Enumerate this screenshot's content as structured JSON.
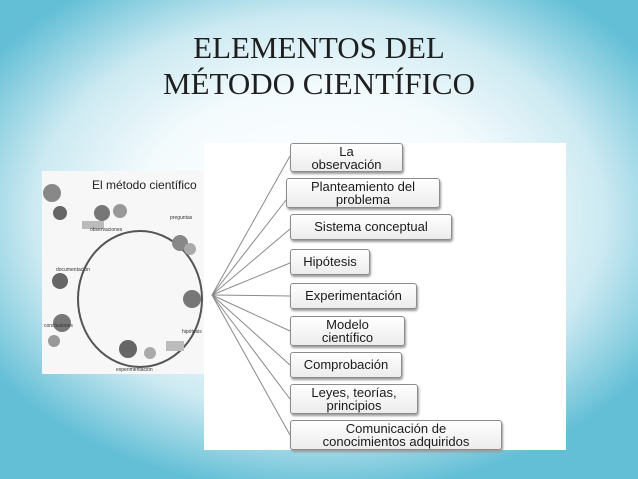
{
  "slide": {
    "title_line1": "ELEMENTOS DEL",
    "title_line2": "MÉTODO CIENTÍFICO"
  },
  "left_image": {
    "caption": "El método científico",
    "labels": {
      "preguntas": "preguntas",
      "observaciones": "observaciones",
      "documentacion": "documentación",
      "hipotesis": "hipótesis",
      "conclusiones": "conclusiones",
      "experimentacion": "experimentación"
    }
  },
  "nodes": [
    {
      "line1": "La",
      "line2": "observación"
    },
    {
      "line1": "Planteamiento del",
      "line2": "problema"
    },
    {
      "line1": "Sistema conceptual",
      "line2": ""
    },
    {
      "line1": "Hipótesis",
      "line2": ""
    },
    {
      "line1": "Experimentación",
      "line2": ""
    },
    {
      "line1": "Modelo",
      "line2": "científico"
    },
    {
      "line1": "Comprobación",
      "line2": ""
    },
    {
      "line1": "Leyes, teorías,",
      "line2": "principios"
    },
    {
      "line1": "Comunicación de",
      "line2": "conocimientos  adquiridos"
    }
  ],
  "colors": {
    "background_edge": "#63bfd6",
    "line": "#8a8a8a"
  }
}
